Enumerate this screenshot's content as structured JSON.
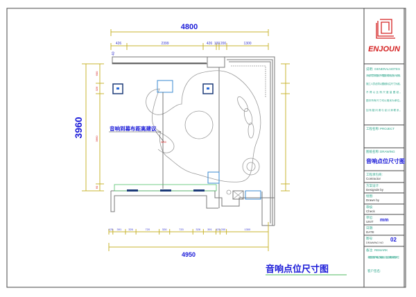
{
  "drawing": {
    "overall_width_top": "4800",
    "top_segments": [
      "426",
      "2399",
      "426",
      "100",
      "200",
      "1300"
    ],
    "top_small_label": "40",
    "overall_height": "3960",
    "left_segments": [
      "600",
      "326",
      "3660",
      "60"
    ],
    "bottom_segments": [
      "125",
      "391",
      "326",
      "720",
      "326",
      "720",
      "326",
      "391",
      "125",
      "200",
      "1300"
    ],
    "overall_width_bottom": "4950",
    "annotation": "音响到幕布距离建议",
    "annotation_value": "3600",
    "drawing_title": "音响点位尺寸图",
    "colors": {
      "dimension": "#c8b432",
      "text_blue": "#1a1ad8",
      "accent_red": "#d42020",
      "screen_green": "#52c06a"
    }
  },
  "title_block": {
    "brand": "ENJOUN",
    "notes_label": "说明:",
    "notes_en": "GENERALNOTES",
    "notes": [
      "未经同意本图纸不得复制或转给他人使用。",
      "施工人员必须以图纸标注尺寸为准。",
      "不得以比例尺度量图纸。",
      "图中所有尺寸均以毫米为单位。",
      "如有疑问请与设计师联系。"
    ],
    "project_label": "工程名称:",
    "project_en": "PROJECT",
    "drawing_label": "图纸名称:",
    "drawing_en": "DRAWING",
    "drawing_name": "音响点位尺寸图",
    "contractor_label": "工程承包商:",
    "contractor_en": "Contractor",
    "designer_label": "方案设计:",
    "designer_en": "Designde by",
    "drawn_label": "绘图:",
    "drawn_en": "Drawn by",
    "check_label": "审核:",
    "check_en": "Check",
    "unit_label": "单位:",
    "unit_en": "UNIT",
    "unit_value": "mm",
    "date_label": "日期:",
    "date_en": "DATE",
    "drawing_no_label": "图号:",
    "drawing_no_en": "DRAWING NO",
    "drawing_no_value": "02",
    "remark_label": "备注:",
    "remark_en": "REMARK",
    "remark_text": "本图仅供客户确认方案使用，施工前请核对现场尺寸。",
    "client_label": "客户签名:"
  }
}
